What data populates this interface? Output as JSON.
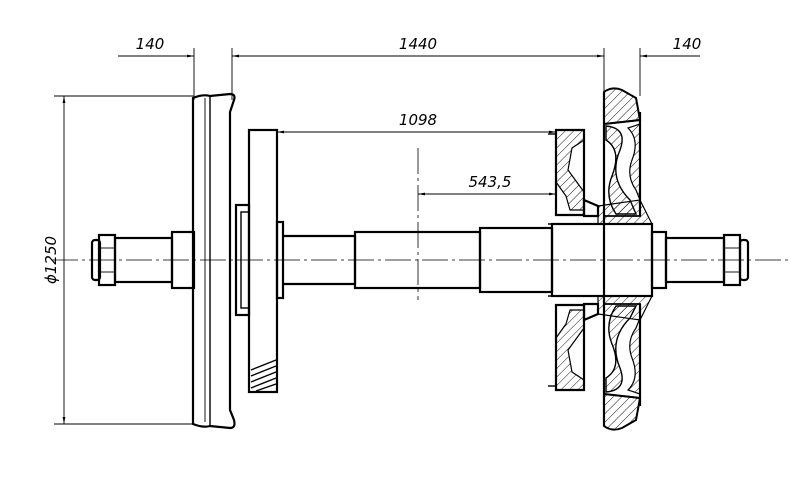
{
  "drawing": {
    "dimensions": {
      "left_offset": "140",
      "gauge": "1440",
      "right_offset": "140",
      "wheel_to_disc": "1098",
      "center_to_disc": "543,5",
      "wheel_diameter": "ϕ1250"
    }
  }
}
